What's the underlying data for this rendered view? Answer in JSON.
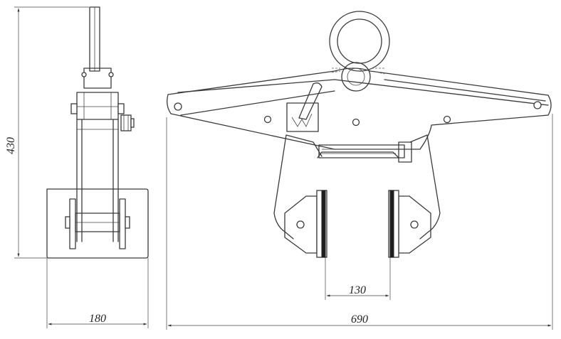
{
  "drawing": {
    "dimensions": {
      "height": "430",
      "width_side": "180",
      "jaw_opening": "130",
      "width_front": "690"
    }
  }
}
